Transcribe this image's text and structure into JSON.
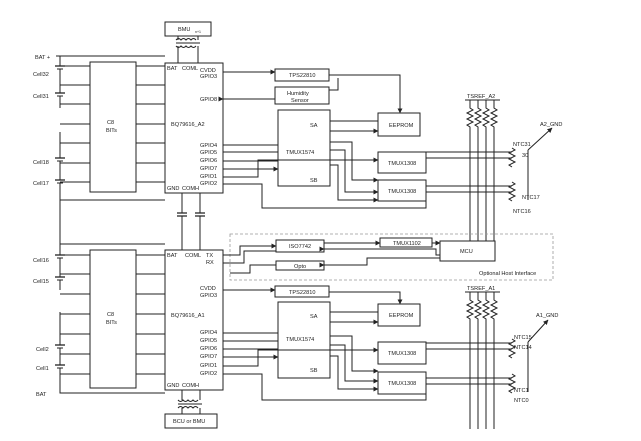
{
  "top": {
    "bmu": "BMU",
    "bmu_sub": "n+1",
    "bat_plus": "BAT +",
    "cells": [
      "Cell32",
      "Cell31",
      "Cell18",
      "Cell17"
    ],
    "bits": [
      "C8",
      "BITs"
    ],
    "ic": "BQ79616_A2",
    "pins_left": [
      "BAT",
      "COML"
    ],
    "pins_bottom": [
      "GND",
      "COMH"
    ],
    "pins_right": [
      "CVDD",
      "GPIO3",
      "GPIO8",
      "GPIO4",
      "GPIO5",
      "GPIO6",
      "GPIO7",
      "GPIO1",
      "GPIO2"
    ],
    "tps": "TPS22810",
    "humidity": [
      "Humidity",
      "Sensor"
    ],
    "tmux1574": "TMUX1574",
    "sa": "SA",
    "sb": "SB",
    "eeprom": "EEPROM",
    "tmux_a": "TMUX1308",
    "tmux_b": "TMUX1308",
    "tsref": "TSREF_A2",
    "gnd": "A2_GND",
    "ntc": [
      "NTC31",
      "30",
      "NTC17",
      "NTC16"
    ]
  },
  "bottom": {
    "cells": [
      "Cell16",
      "Cell15",
      "Cell2",
      "Cell1"
    ],
    "bits": [
      "C8",
      "BITs"
    ],
    "ic": "BQ79616_A1",
    "pins_top": [
      "BAT",
      "COML",
      "TX",
      "RX"
    ],
    "pins_bottom": [
      "GND",
      "COMH"
    ],
    "pins_right": [
      "CVDD",
      "GPIO3",
      "GPIO4",
      "GPIO5",
      "GPIO6",
      "GPIO7",
      "GPIO1",
      "GPIO2"
    ],
    "tps": "TPS22810",
    "tmux1574": "TMUX1574",
    "sa": "SA",
    "sb": "SB",
    "eeprom": "EEPROM",
    "tmux_a": "TMUX1308",
    "tmux_b": "TMUX1308",
    "tsref": "TSREF_A1",
    "gnd": "A1_GND",
    "ntc": [
      "NTC15",
      "NTC14",
      "NTC1",
      "NTC0"
    ],
    "bat": "BAT",
    "bcu": "BCU or BMU"
  },
  "host": {
    "iso": "ISO7742",
    "tmux1102": "TMUX1102",
    "mcu": "MCU",
    "opto": "Opto",
    "label": "Optional Host Interface"
  }
}
